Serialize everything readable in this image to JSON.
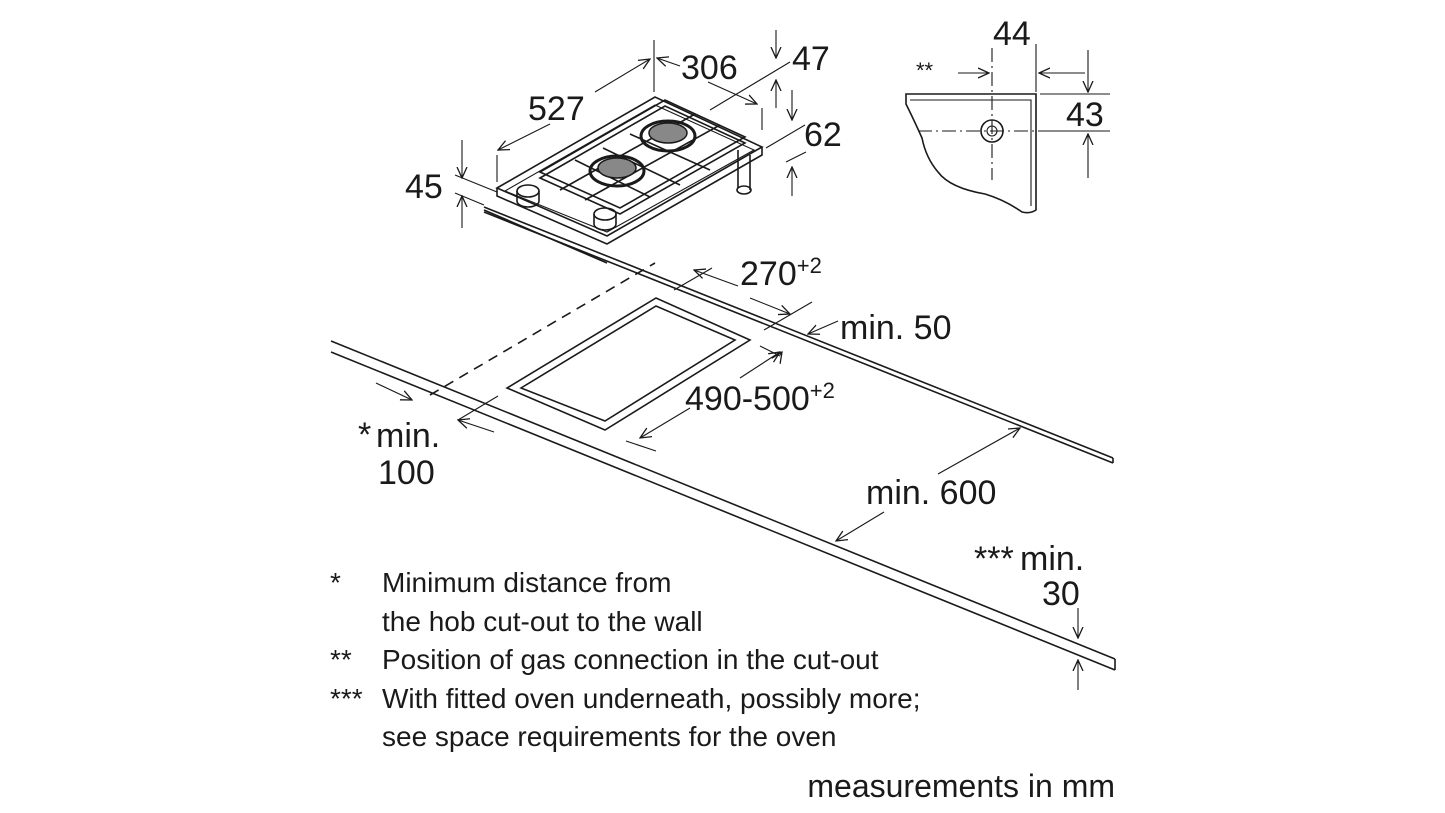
{
  "diagram": {
    "dimensions": {
      "hob_depth": "527",
      "hob_width": "306",
      "hob_height": "47",
      "hob_total_height": "62",
      "hob_glass": "45",
      "gas_offset_x": "44",
      "gas_offset_y": "43",
      "gas_marker": "**",
      "cutout_width": "270",
      "cutout_width_tol": "+2",
      "min_back": "min. 50",
      "cutout_depth": "490-500",
      "cutout_depth_tol": "+2",
      "min_wall_star": "*",
      "min_wall_label": "min.",
      "min_wall_value": "100",
      "min_worktop": "min. 600",
      "min_below_star": "***",
      "min_below_label": "min.",
      "min_below_value": "30"
    },
    "notes": [
      {
        "marker": "*",
        "lines": [
          "Minimum distance from",
          "the hob cut-out to the wall"
        ]
      },
      {
        "marker": "**",
        "lines": [
          "Position of gas connection in the cut-out"
        ]
      },
      {
        "marker": "***",
        "lines": [
          "With fitted oven underneath, possibly more;",
          "see space requirements for the oven"
        ]
      }
    ],
    "units_note": "measurements in mm"
  }
}
